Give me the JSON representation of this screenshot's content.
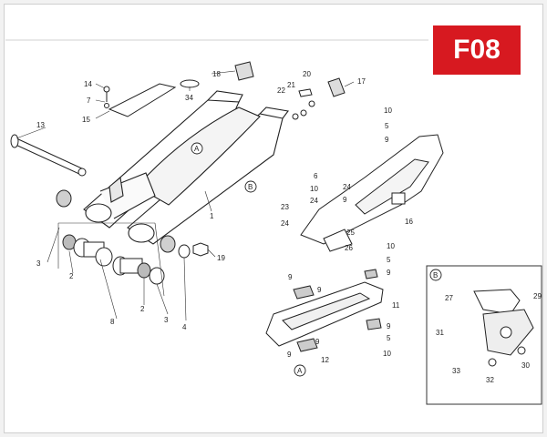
{
  "badge": {
    "label": "F08",
    "color": "#d71920"
  },
  "callouts": {
    "c1": "1",
    "c2a": "2",
    "c2b": "2",
    "c3a": "3",
    "c3b": "3",
    "c4": "4",
    "c5a": "5",
    "c5b": "5",
    "c5c": "5",
    "c6": "6",
    "c7": "7",
    "c8": "8",
    "c9a": "9",
    "c9b": "9",
    "c9c": "9",
    "c9d": "9",
    "c9e": "9",
    "c9f": "9",
    "c9g": "9",
    "c9h": "9",
    "c10a": "10",
    "c10b": "10",
    "c10c": "10",
    "c10d": "10",
    "c11": "11",
    "c12": "12",
    "c13": "13",
    "c14": "14",
    "c15": "15",
    "c16": "16",
    "c17": "17",
    "c18": "18",
    "c19": "19",
    "c20": "20",
    "c21": "21",
    "c22": "22",
    "c23": "23",
    "c24a": "24",
    "c24b": "24",
    "c24c": "24",
    "c25": "25",
    "c26": "26",
    "c27": "27",
    "c29": "29",
    "c30": "30",
    "c31": "31",
    "c32": "32",
    "c33": "33",
    "c34": "34"
  },
  "markers": {
    "a1": "A",
    "a2": "A",
    "b1": "B",
    "b2": "B"
  }
}
